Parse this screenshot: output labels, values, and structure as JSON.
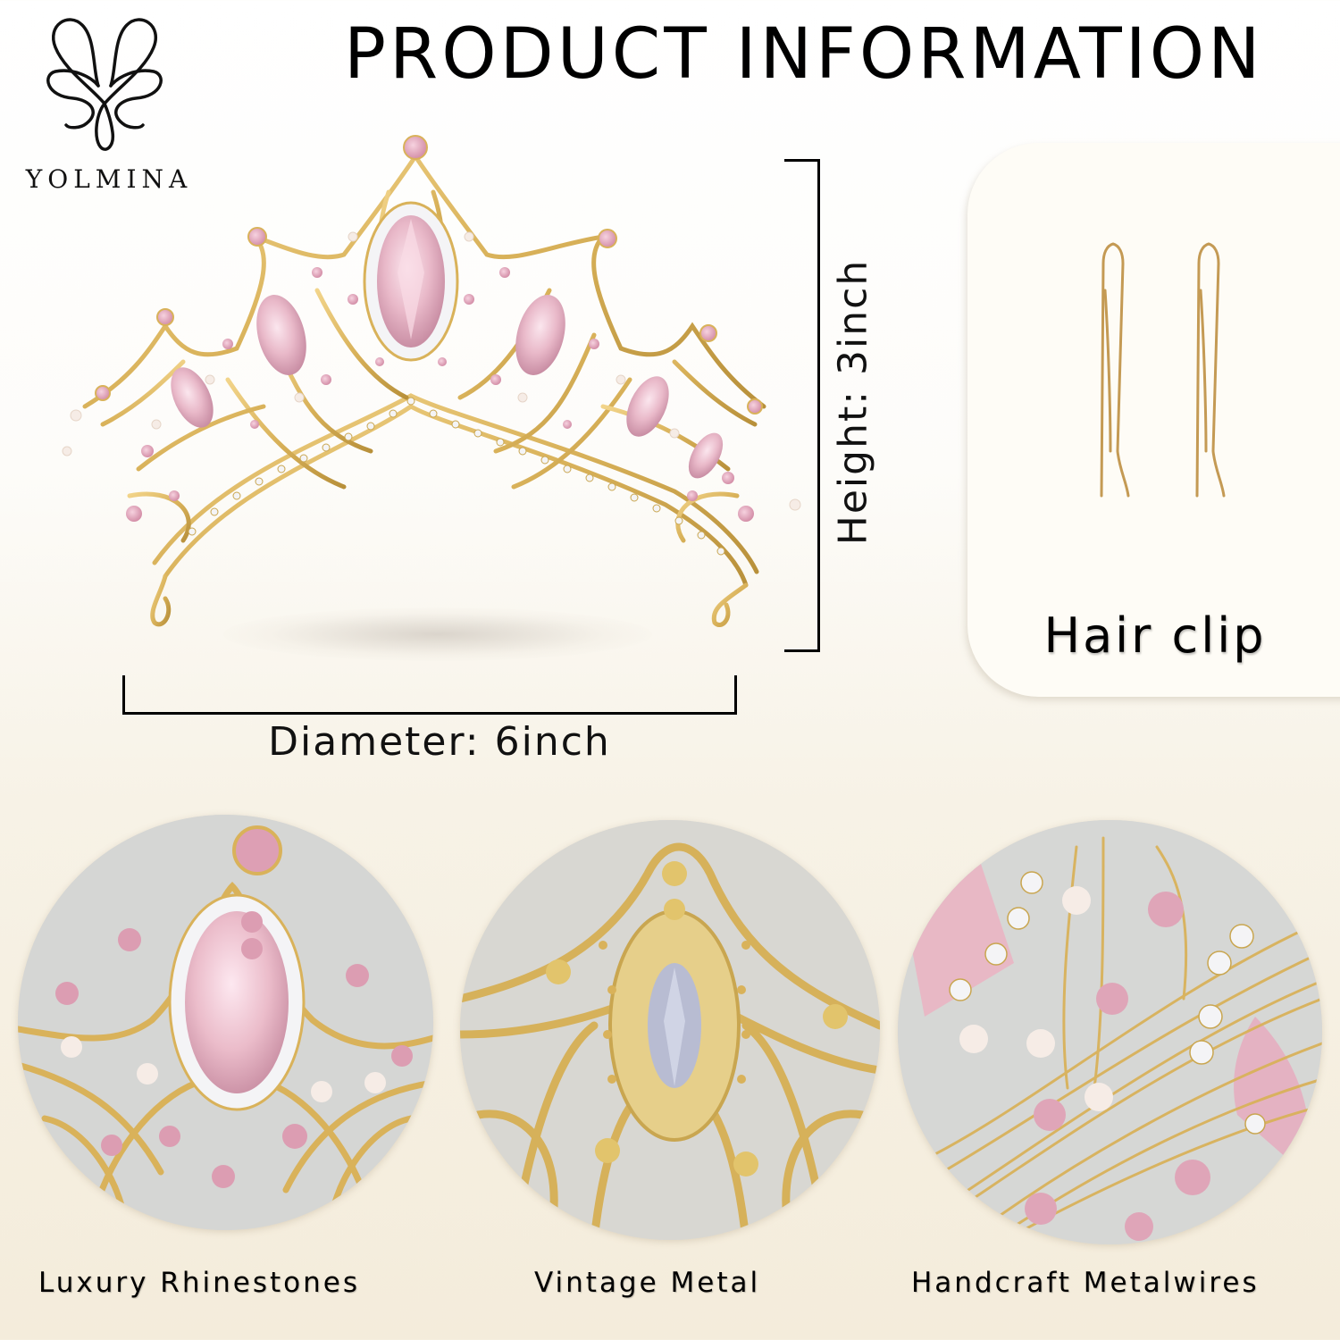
{
  "brand": {
    "name": "YOLMINA",
    "logo_icon": "flourish-monogram-icon"
  },
  "header": {
    "title": "PRODUCT INFORMATION"
  },
  "product": {
    "main_image": "pink-gold-tiara-crown",
    "dimensions": {
      "height_label": "Height: 3inch",
      "diameter_label": "Diameter: 6inch"
    }
  },
  "accessory": {
    "label": "Hair clip",
    "image": "gold-bobby-pins-pair",
    "count": 2
  },
  "features": [
    {
      "label": "Luxury Rhinestones",
      "image": "closeup-pink-marquise-rhinestones"
    },
    {
      "label": "Vintage Metal",
      "image": "closeup-gold-filigree-metal"
    },
    {
      "label": "Handcraft Metalwires",
      "image": "closeup-gold-wires-pearls"
    }
  ],
  "colors": {
    "gold": "#d9b25a",
    "gold_dark": "#b8903a",
    "pink_stone": "#e8b4c4",
    "pink_deep": "#d58fa8",
    "crystal": "#f4f4f6",
    "pearl": "#f6ece6",
    "circle_bg": "#d8d8d5",
    "panel_bg": "#fefcf6",
    "page_bg_bottom": "#f4ecdb"
  }
}
